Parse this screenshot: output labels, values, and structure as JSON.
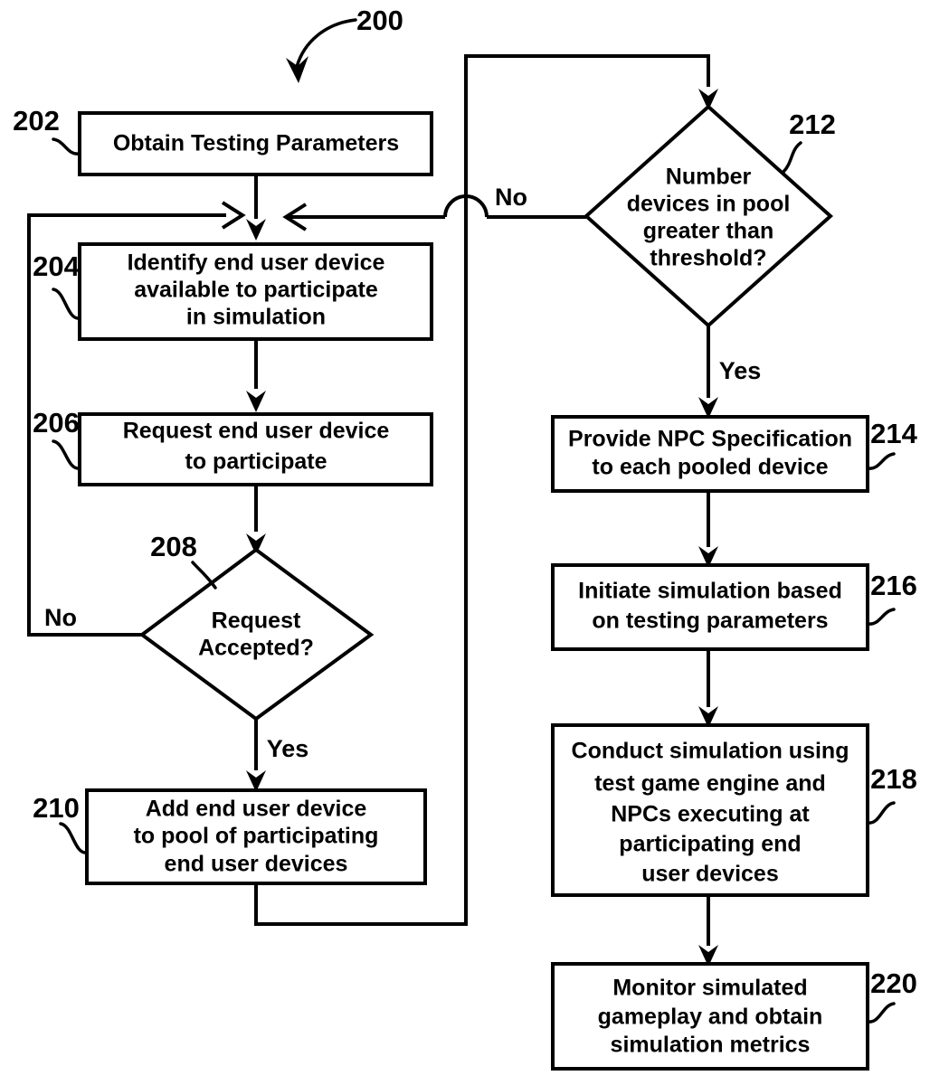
{
  "figure": {
    "reference_number": "200",
    "type": "patent-flowchart"
  },
  "nodes": [
    {
      "id": "202",
      "ref": "202",
      "shape": "process",
      "lines": [
        "Obtain Testing Parameters"
      ]
    },
    {
      "id": "204",
      "ref": "204",
      "shape": "process",
      "lines": [
        "Identify end user device",
        "available to participate",
        "in simulation"
      ]
    },
    {
      "id": "206",
      "ref": "206",
      "shape": "process",
      "lines": [
        "Request end user device",
        "to participate"
      ]
    },
    {
      "id": "208",
      "ref": "208",
      "shape": "decision",
      "lines": [
        "Request",
        "Accepted?"
      ]
    },
    {
      "id": "210",
      "ref": "210",
      "shape": "process",
      "lines": [
        "Add end user device",
        "to pool of participating",
        "end user devices"
      ]
    },
    {
      "id": "212",
      "ref": "212",
      "shape": "decision",
      "lines": [
        "Number",
        "devices in pool",
        "greater than",
        "threshold?"
      ]
    },
    {
      "id": "214",
      "ref": "214",
      "shape": "process",
      "lines": [
        "Provide NPC Specification",
        "to each pooled device"
      ]
    },
    {
      "id": "216",
      "ref": "216",
      "shape": "process",
      "lines": [
        "Initiate simulation based",
        "on testing parameters"
      ]
    },
    {
      "id": "218",
      "ref": "218",
      "shape": "process",
      "lines": [
        "Conduct simulation using",
        "test game engine and",
        "NPCs executing at",
        "participating end",
        "user devices"
      ]
    },
    {
      "id": "220",
      "ref": "220",
      "shape": "process",
      "lines": [
        "Monitor simulated",
        "gameplay and obtain",
        "simulation metrics"
      ]
    }
  ],
  "edge_labels": {
    "decision_208_no": "No",
    "decision_208_yes": "Yes",
    "decision_212_no": "No",
    "decision_212_yes": "Yes"
  },
  "colors": {
    "stroke": "#000000",
    "fill": "#ffffff",
    "text": "#000000"
  }
}
